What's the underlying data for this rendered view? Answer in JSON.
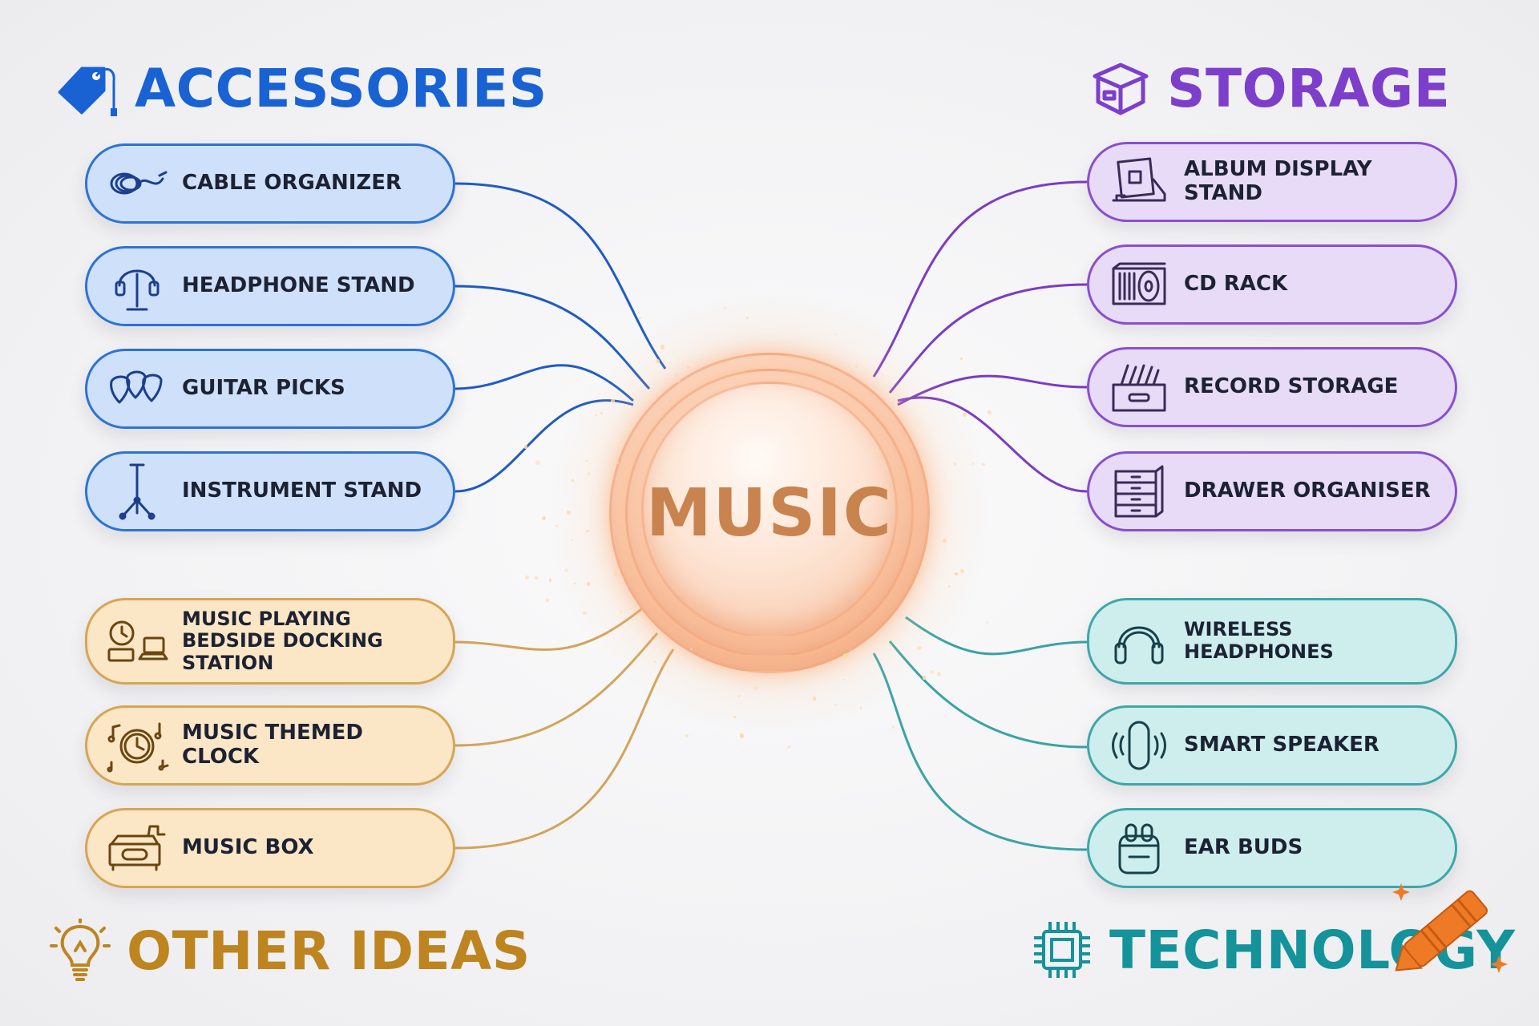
{
  "center": {
    "label": "MUSIC"
  },
  "categories": [
    {
      "id": "accessories",
      "title": "ACCESSORIES",
      "color": "#1862d4",
      "icon": "price-tag-icon",
      "items": [
        {
          "label": "CABLE ORGANIZER",
          "icon": "cable-coil-icon"
        },
        {
          "label": "HEADPHONE STAND",
          "icon": "headphone-stand-icon"
        },
        {
          "label": "GUITAR PICKS",
          "icon": "guitar-picks-icon"
        },
        {
          "label": "INSTRUMENT STAND",
          "icon": "tripod-stand-icon"
        }
      ]
    },
    {
      "id": "storage",
      "title": "STORAGE",
      "color": "#7d3fcb",
      "icon": "storage-box-icon",
      "items": [
        {
          "label": "ALBUM DISPLAY STAND",
          "icon": "album-stand-icon"
        },
        {
          "label": "CD RACK",
          "icon": "cd-rack-icon"
        },
        {
          "label": "RECORD STORAGE",
          "icon": "record-crate-icon"
        },
        {
          "label": "DRAWER ORGANISER",
          "icon": "drawers-icon"
        }
      ]
    },
    {
      "id": "other",
      "title": "OTHER IDEAS",
      "color": "#bd8420",
      "icon": "lightbulb-icon",
      "items": [
        {
          "label": "MUSIC PLAYING\nBEDSIDE DOCKING STATION",
          "icon": "docking-station-icon"
        },
        {
          "label": "MUSIC THEMED CLOCK",
          "icon": "clock-icon"
        },
        {
          "label": "MUSIC BOX",
          "icon": "music-box-icon"
        }
      ]
    },
    {
      "id": "technology",
      "title": "TECHNOLOGY",
      "color": "#14939a",
      "icon": "chip-icon",
      "items": [
        {
          "label": "WIRELESS\nHEADPHONES",
          "icon": "headphones-icon"
        },
        {
          "label": "SMART SPEAKER",
          "icon": "smart-speaker-icon"
        },
        {
          "label": "EAR BUDS",
          "icon": "earbuds-icon"
        }
      ]
    }
  ],
  "watermark": {
    "icon": "crayon-icon"
  }
}
